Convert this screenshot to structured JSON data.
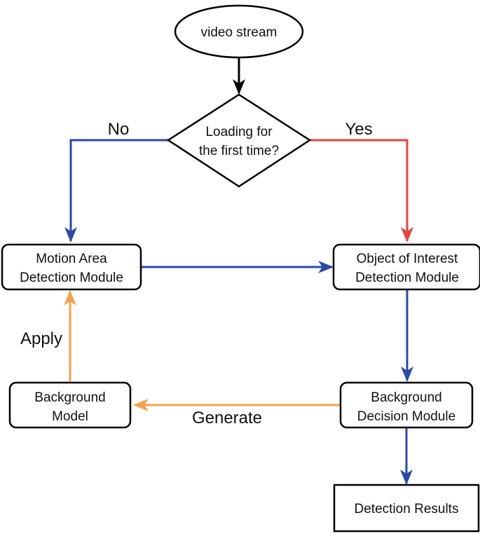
{
  "nodes": {
    "video_stream": "video stream",
    "decision": [
      "Loading for",
      "the first time?"
    ],
    "motion": [
      "Motion Area",
      "Detection Module"
    ],
    "object": [
      "Object of Interest",
      "Detection Module"
    ],
    "bg_model": [
      "Background",
      "Model"
    ],
    "bg_decision": [
      "Background",
      "Decision Module"
    ],
    "results": "Detection Results"
  },
  "edges": {
    "no": "No",
    "yes": "Yes",
    "apply": "Apply",
    "generate": "Generate"
  },
  "colors": {
    "blue": "#2a49a8",
    "red": "#e8433a",
    "orange": "#f5a04a",
    "black": "#000000"
  }
}
